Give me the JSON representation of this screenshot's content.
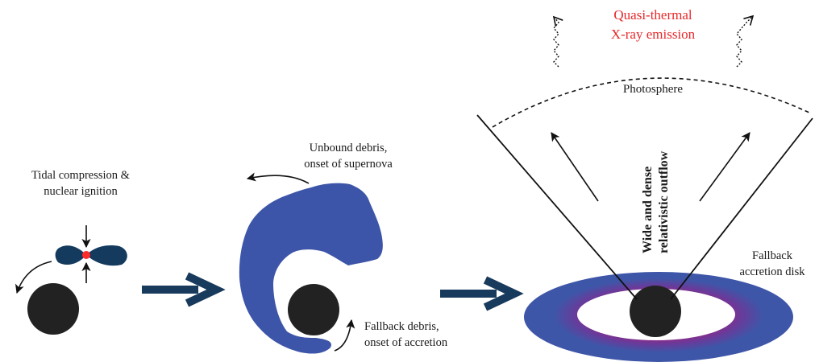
{
  "stage1": {
    "label_line1": "Tidal compression &",
    "label_line2": "nuclear ignition"
  },
  "stage2": {
    "unbound_line1": "Unbound debris,",
    "unbound_line2": "onset of supernova",
    "fallback_line1": "Fallback debris,",
    "fallback_line2": "onset of accretion"
  },
  "stage3": {
    "emission_line1": "Quasi-thermal",
    "emission_line2": "X-ray emission",
    "photosphere": "Photosphere",
    "outflow_line1": "Wide and dense",
    "outflow_line2": "relativistic outflow",
    "disk_line1": "Fallback",
    "disk_line2": "accretion disk"
  },
  "colors": {
    "star_blue": "#143a5e",
    "debris_blue": "#3d55a8",
    "disk_outer": "#3e56a8",
    "disk_inner": "#a0217a",
    "ignition_red": "#ff2a2a",
    "stage_arrow": "#183a5c",
    "emission_text": "#e8282a"
  }
}
